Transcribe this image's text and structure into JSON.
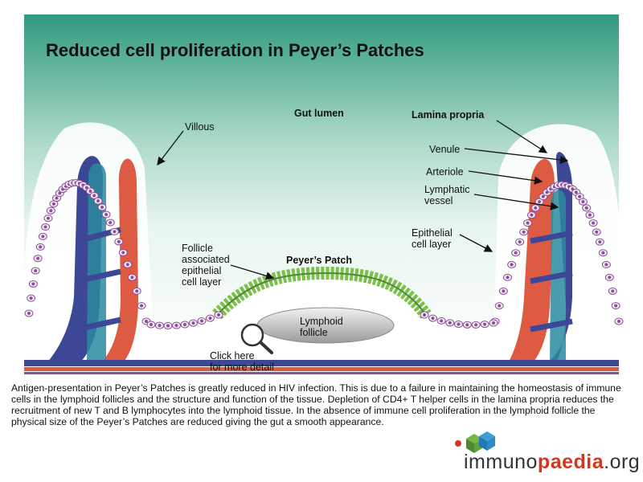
{
  "title": "Reduced cell proliferation in Peyer’s Patches",
  "labels": {
    "gut_lumen": "Gut lumen",
    "lamina_propria": "Lamina propria",
    "villous": "Villous",
    "venule": "Venule",
    "arteriole": "Arteriole",
    "lymphatic_vessel": "Lymphatic\nvessel",
    "epithelial_cell_layer": "Epithelial\ncell layer",
    "follicle_epithelial": "Follicle\nassociated\nepithelial\ncell layer",
    "peyers_patch": "Peyer’s Patch",
    "lymphoid_follicle": "Lymphoid\nfollicle",
    "click_here": "Click here\nfor more detail"
  },
  "description": "Antigen-presentation in Peyer’s Patches is greatly reduced in HIV infection. This is due to a failure in maintaining the homeostasis of immune cells in the lymphoid follicles and the structure and function of the tissue. Depletion of CD4+ T helper cells in the lamina propria reduces the recruitment of new T and B lymphocytes into the lymphoid tissue. In the absence of immune cell proliferation in the lymphoid follicle the physical size of the Peyer’s Patches are reduced giving the gut a smooth appearance.",
  "logo": {
    "prefix": "immuno",
    "accent": "paedia",
    "suffix": ".org"
  },
  "colors": {
    "lumen_green": "#2f9a7f",
    "artery_red": "#dd5a43",
    "vein_blue": "#3c4896",
    "lymph_teal": "#2b8aa0",
    "epithelium_purple": "#8a4f98",
    "follicle_green": "#7cc04e"
  }
}
